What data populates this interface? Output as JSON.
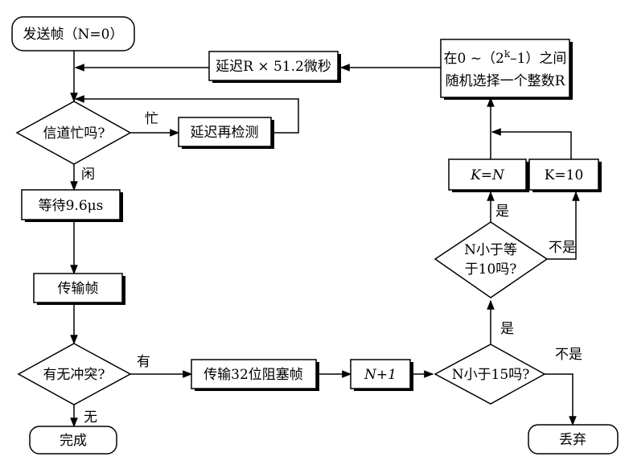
{
  "nodes": {
    "start": "发送帧（N=0）",
    "channel_busy_q": "信道忙吗?",
    "delay_recheck": "延迟再检测",
    "wait": "等待9.6μs",
    "transmit": "传输帧",
    "collision_q": "有无冲突?",
    "done": "完成",
    "jam": "传输32位阻塞帧",
    "n_plus_1": "N+1",
    "n_less_15_q": "N小于15吗?",
    "discard": "丢弃",
    "n_le_10_q_line1": "N小于等",
    "n_le_10_q_line2": "于10吗?",
    "k_eq_n": "K=N",
    "k_eq_10": "K=10",
    "random_line1_prefix": "在0 ~（2",
    "random_line1_sup": "k",
    "random_line1_suffix": "–1）之间",
    "random_line2": "随机选择一个整数R",
    "delay_r": "延迟R × 51.2微秒"
  },
  "edge_labels": {
    "busy": "忙",
    "idle": "闲",
    "has": "有",
    "none": "无",
    "yes_15": "是",
    "no_15": "不是",
    "yes_10": "是",
    "no_10": "不是"
  }
}
